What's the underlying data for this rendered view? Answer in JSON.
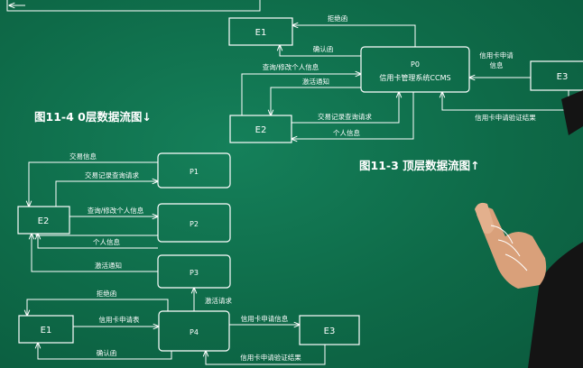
{
  "top_diagram": {
    "caption": "图11-3 顶层数据流图↑",
    "nodes": {
      "p0_line1": "P0",
      "p0_line2": "信用卡管理系统CCMS",
      "e1": "E1",
      "e2": "E2",
      "e3": "E3"
    },
    "flows": {
      "reject": "拒绝函",
      "confirm": "确认函",
      "query_modify": "查询/修改个人信息",
      "activation": "激活通知",
      "transaction_query": "交易记录查询请求",
      "personal_info": "个人信息",
      "application_line1": "信用卡申请",
      "application_line2": "信息",
      "verification_result": "信用卡申请验证结果"
    }
  },
  "level0_diagram": {
    "caption": "图11-4  0层数据流图↓",
    "nodes": {
      "p1": "P1",
      "p2": "P2",
      "p3": "P3",
      "p4": "P4",
      "e1": "E1",
      "e2": "E2",
      "e3": "E3"
    },
    "flows": {
      "transaction_info": "交易信息",
      "transaction_query": "交易记录查询请求",
      "query_modify": "查询/修改个人信息",
      "personal_info": "个人信息",
      "activation": "激活通知",
      "activation_request": "激活请求",
      "reject": "拒绝函",
      "application_form": "信用卡申请表",
      "application_info": "信用卡申请信息",
      "confirm": "确认函",
      "verification_result": "信用卡申请验证结果"
    }
  },
  "colors": {
    "board": "#0f6b4a",
    "chalk": "#ffffff",
    "skin": "#d9a07a",
    "sleeve": "#151515"
  }
}
